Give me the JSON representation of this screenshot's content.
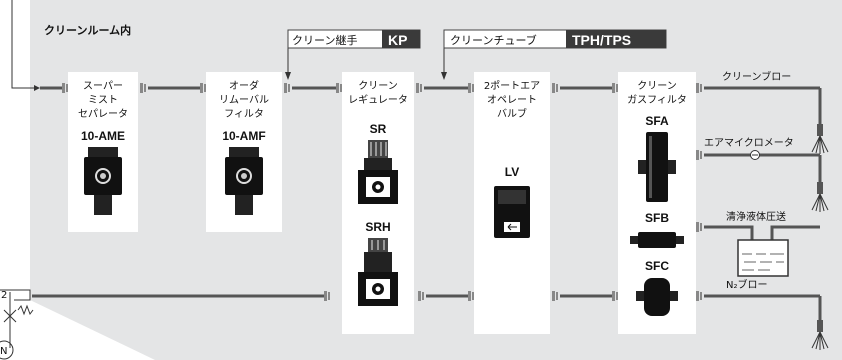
{
  "area_label": "クリーンルーム内",
  "callouts": {
    "joint": {
      "text": "クリーン継手",
      "code": "KP"
    },
    "tube": {
      "text": "クリーンチューブ",
      "code": "TPH/TPS"
    }
  },
  "components": {
    "ame": {
      "lines": [
        "スーパー",
        "ミスト",
        "セパレータ"
      ],
      "model": "10-AME"
    },
    "amf": {
      "lines": [
        "オーダ",
        "リムーバル",
        "フィルタ"
      ],
      "model": "10-AMF"
    },
    "reg": {
      "lines": [
        "クリーン",
        "レギュレータ"
      ],
      "model1": "SR",
      "model2": "SRH"
    },
    "lv": {
      "lines": [
        "2ポートエア",
        "オペレート",
        "バルブ"
      ],
      "model": "LV"
    },
    "gas": {
      "lines": [
        "クリーン",
        "ガスフィルタ"
      ],
      "model1": "SFA",
      "model2": "SFB",
      "model3": "SFC"
    }
  },
  "outputs": {
    "blow": "クリーンブロー",
    "micro": "エアマイクロメータ",
    "liquid": "清浄液体圧送",
    "n2": "N₂ブロー"
  },
  "source": {
    "top": "2",
    "bottom": "N"
  },
  "colors": {
    "panel": "#e4e5e6",
    "card": "#ffffff",
    "line": "#555555",
    "label_bg": "#3a3a3a"
  }
}
